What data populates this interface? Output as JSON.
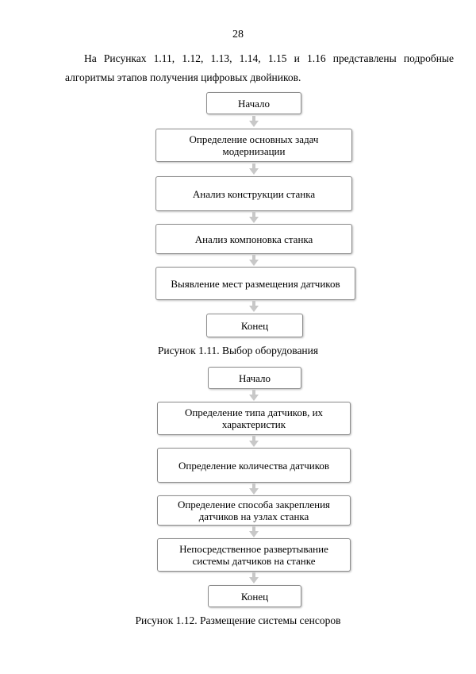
{
  "page_number": "28",
  "intro_text": "На Рисунках 1.11, 1.12, 1.13, 1.14, 1.15 и 1.16 представлены подробные алгоритмы этапов получения цифровых двойников.",
  "figure_1": {
    "steps": [
      "Начало",
      "Определение основных задач модернизации",
      "Анализ конструкции станка",
      "Анализ компоновка станка",
      "Выявление мест  размещения датчиков",
      "Конец"
    ],
    "caption": "Рисунок 1.11. Выбор оборудования"
  },
  "figure_2": {
    "steps": [
      "Начало",
      "Определение типа датчиков, их характеристик",
      "Определение количества датчиков",
      "Определение способа закрепления датчиков на узлах станка",
      "Непосредственное развертывание системы датчиков на станке",
      "Конец"
    ],
    "caption": "Рисунок 1.12. Размещение системы сенсоров"
  }
}
